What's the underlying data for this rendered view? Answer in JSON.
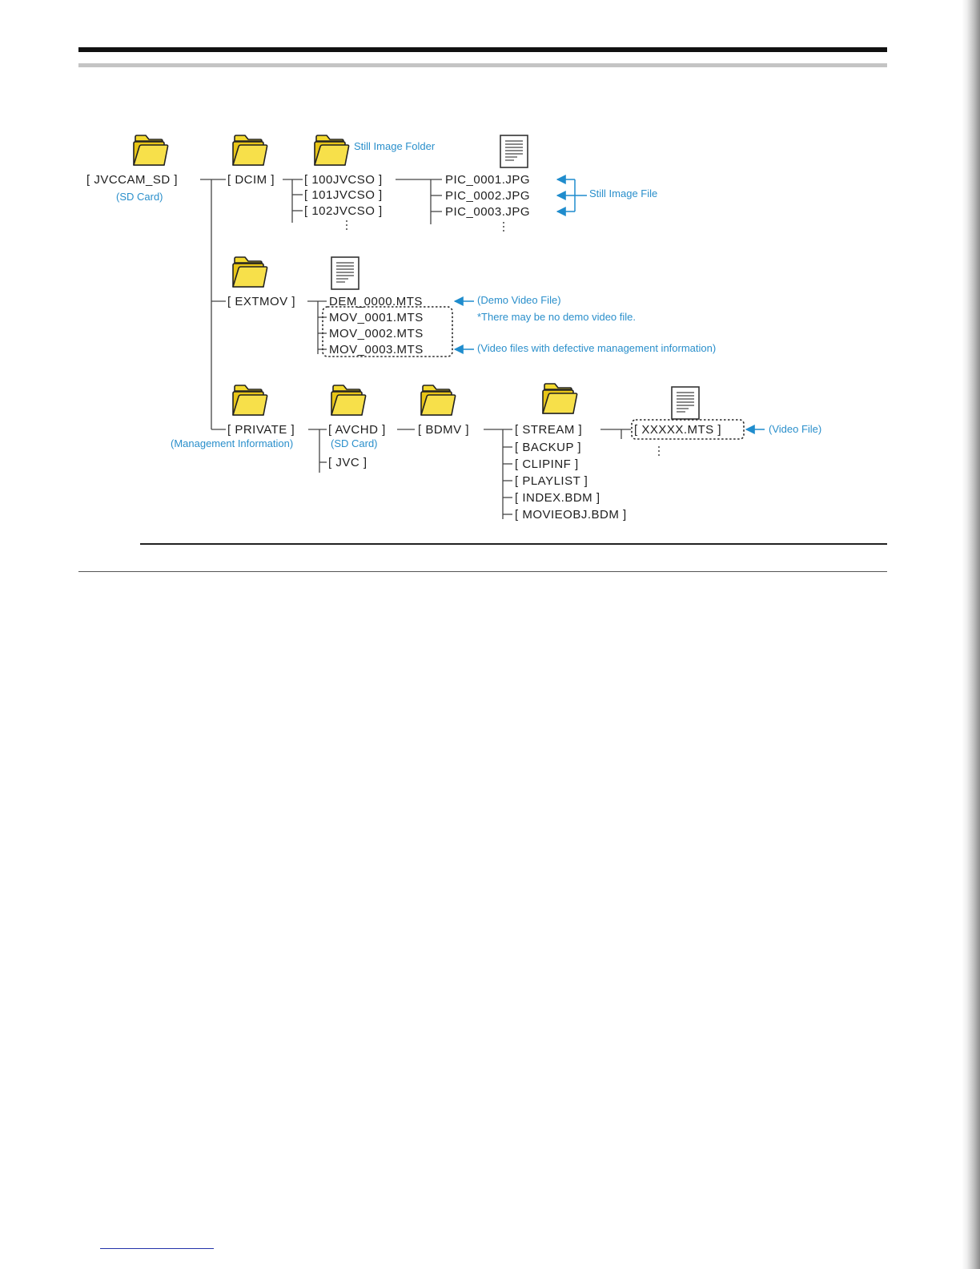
{
  "nodes": {
    "root": "[ JVCCAM_SD ]",
    "dcim": "[ DCIM ]",
    "f100": "[ 100JVCSO ]",
    "f101": "[ 101JVCSO ]",
    "f102": "[ 102JVCSO ]",
    "pic1": "PIC_0001.JPG",
    "pic2": "PIC_0002.JPG",
    "pic3": "PIC_0003.JPG",
    "extmov": "[ EXTMOV ]",
    "dem": "DEM_0000.MTS",
    "mov1": "MOV_0001.MTS",
    "mov2": "MOV_0002.MTS",
    "mov3": "MOV_0003.MTS",
    "private": "[ PRIVATE ]",
    "avchd": "[ AVCHD ]",
    "jvc": "[ JVC ]",
    "bdmv": "[ BDMV ]",
    "stream": "[ STREAM ]",
    "backup": "[ BACKUP ]",
    "clipinf": "[ CLIPINF ]",
    "playlist": "[ PLAYLIST ]",
    "index": "[ INDEX.BDM ]",
    "movieobj": "[ MOVIEOBJ.BDM ]",
    "xxxxx": "[ XXXXX.MTS ]"
  },
  "notes": {
    "sd_card": "(SD Card)",
    "still_image_folder": "Still Image Folder",
    "still_image_file": "Still Image File",
    "demo_video_file": "(Demo Video File)",
    "no_demo": "*There may be no demo video file.",
    "defective": "(Video files with defective management information)",
    "management_info": "(Management Information)",
    "avchd_sd_card": "(SD Card)",
    "video_file": "(Video File)"
  },
  "colors": {
    "accent": "#2a8fcb",
    "folder_fill": "#f2d21c",
    "text": "#1e1e1e"
  },
  "icons": {
    "folder": "folder-icon",
    "file": "document-icon"
  }
}
